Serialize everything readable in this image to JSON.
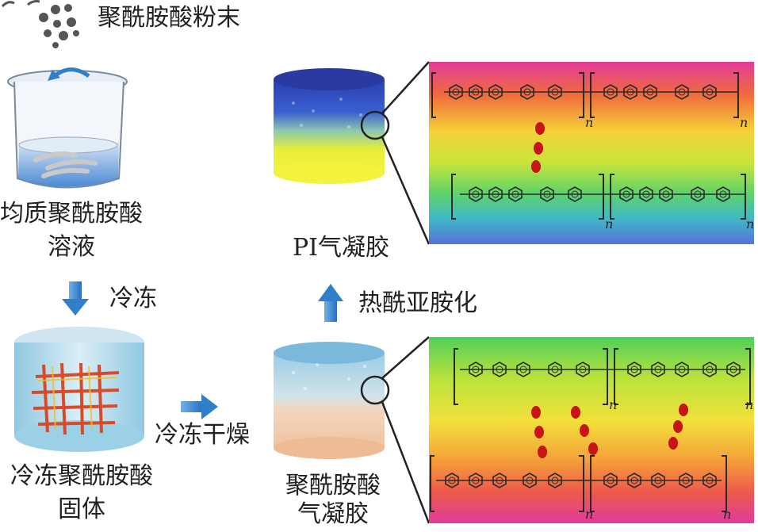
{
  "labels": {
    "powder": "聚酰胺酸粉末",
    "solution_line1": "均质聚酰胺酸",
    "solution_line2": "溶液",
    "freeze": "冷冻",
    "frozen_solid_line1": "冷冻聚酰胺酸",
    "frozen_solid_line2": "固体",
    "freeze_dry": "冷冻干燥",
    "paa_aerogel_line1": "聚酰胺酸",
    "paa_aerogel_line2": "气凝胶",
    "imidization": "热酰亚胺化",
    "pi_aerogel": "PI气凝胶"
  },
  "subscripts": [
    "n",
    "n",
    "n",
    "n",
    "n",
    "n",
    "n",
    "n"
  ],
  "colors": {
    "arrow_blue": "#2f7fc9",
    "bond_red": "#c81414",
    "molecule_line": "#2a2a2a"
  }
}
